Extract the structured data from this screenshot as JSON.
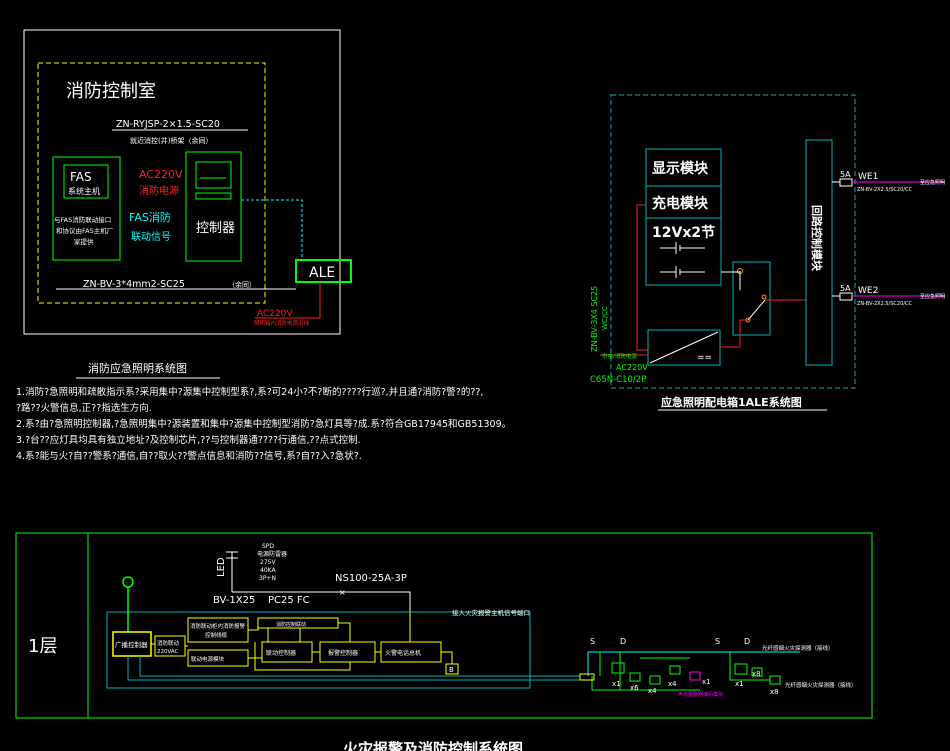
{
  "colors": {
    "background": "#000000",
    "white": "#ffffff",
    "green": "#00ff00",
    "dark_green": "#00c000",
    "cyan": "#00ffff",
    "teal": "#00b4b4",
    "yellow": "#ffff00",
    "magenta": "#ff00ff",
    "red": "#ff2020",
    "orange": "#ff9900",
    "gray": "#c8c8c8"
  },
  "control_room": {
    "title": "消防控制室",
    "cable_top": "ZN-RYJSP-2×1.5-SC20",
    "cable_top_sub": "就近消控(井)桥架（余同）",
    "fas_title": "FAS",
    "fas_subtitle": "系统主机",
    "fas_note_1": "与FAS消防联动接口",
    "fas_note_2": "和协议由FAS主机厂",
    "fas_note_3": "家提供",
    "ac_label": "AC220V",
    "power_label": "消防电源",
    "fas_signal_1": "FAS消防",
    "fas_signal_2": "联动信号",
    "controller_label": "控制器",
    "ale_label": "ALE",
    "cable_bottom": "ZN-BV-3*4mm2-SC25",
    "cable_bottom_note": "（余同）",
    "ac_bottom": "AC220V",
    "ac_bottom_sub": "照明箱内消防电源出线"
  },
  "system_title": "消防应急照明系统图",
  "notes": [
    "1.消防?急照明和疏散指示系?采用集中?源集中控制型系?,系?可24小?不?断的????行巡?,并且通?消防?警?的??,",
    "?路??火警信息,正??指选生方向.",
    "2.系?由?急照明控制器,?急照明集中?源装置和集中?源集中控制型消防?急灯具等?成.系?符合GB17945和GB51309。",
    "3.?台??应灯具均具有独立地址?及控制芯片,??与控制器通????行通信,??点式控制.",
    "4.系?能与火?自??警系?通信,自??取火??警点信息和消防??信号,系?自??入?急状?."
  ],
  "panel": {
    "display_module": "显示模块",
    "charge_module": "充电模块",
    "battery": "12Vx2节",
    "loop_module": "回路控制模块",
    "fuse_1": "5A",
    "fuse_2": "5A",
    "circuit_1": "WE1",
    "circuit_2": "WE2",
    "circuit_1_cable": "ZN-BV-2X2.5/SC20/CC",
    "circuit_2_cable": "ZN-BV-2X2.5/SC20/CC",
    "circuit_1_dest": "至应急照明",
    "circuit_2_dest": "至应急照明",
    "incoming_cable": "ZN-BV-3X4 SC25",
    "incoming_cable_sub": "WC/CC",
    "incoming_power_sub": "市电/消防电源",
    "incoming_power": "AC220V",
    "breaker": "C65N-C10/2P",
    "title": "应急照明配电箱1ALE系统图"
  },
  "bottom": {
    "floor_label": "1层",
    "led_label": "LED",
    "spd_1": "SPD",
    "spd_2": "电源防雷器",
    "spd_3": "275V",
    "spd_4": "40KA",
    "spd_5": "3P+N",
    "cable_label": "BV-1X25",
    "conduit_label": "PC25 FC",
    "breaker_label": "NS100-25A-3P",
    "interface_label": "接入火灾报警主机信号端口",
    "broadcast_panel": "广播控制器",
    "power_box_1": "消防联动",
    "power_box_2": "220VAC",
    "box_1_line_1": "消防联动柜内消防报警",
    "box_1_line_2": "控制线缆",
    "box_2": "联动电源模块",
    "box_top": "消防控制联动",
    "box_3": "联动控制器",
    "box_4": "报警控制器",
    "box_5": "火警电话总机",
    "box_b": "B",
    "s_label_1": "S",
    "d_label_1": "D",
    "s_label_2": "S",
    "d_label_2": "D",
    "x1a": "x1",
    "x6": "x6",
    "x4a": "x4",
    "x4b": "x4",
    "x1b": "x1",
    "x1c": "x1",
    "x8a": "x8",
    "x8b": "x8",
    "dev_note": "声光报警器编码模块",
    "right_note_1": "光纤感烟火灾探测器（接线）",
    "right_note_2": "光纤感烟火灾探测器（接线）",
    "main_title": "火灾报警及消防控制系统图"
  }
}
